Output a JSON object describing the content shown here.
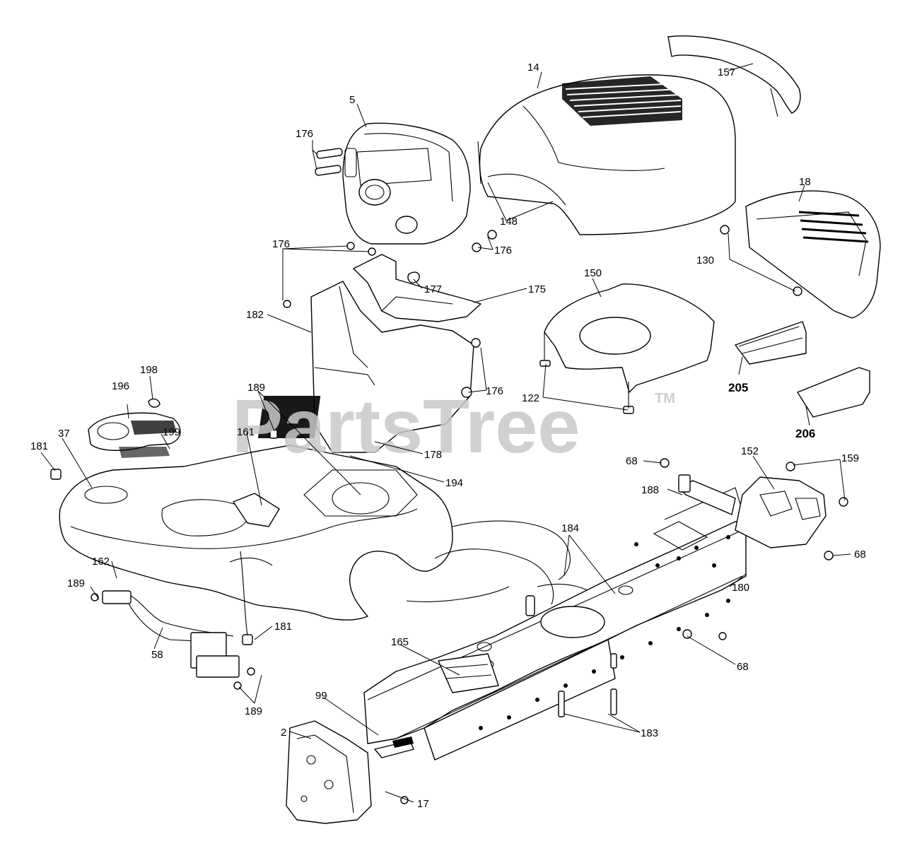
{
  "watermark": {
    "text": "PartsTree",
    "tm": "TM",
    "color": "#c8c8c8"
  },
  "callouts": [
    {
      "id": "c14",
      "label": "14"
    },
    {
      "id": "c157",
      "label": "157"
    },
    {
      "id": "c5",
      "label": "5"
    },
    {
      "id": "c176a",
      "label": "176"
    },
    {
      "id": "c148",
      "label": "148"
    },
    {
      "id": "c176b",
      "label": "176"
    },
    {
      "id": "c18",
      "label": "18"
    },
    {
      "id": "c130",
      "label": "130"
    },
    {
      "id": "c176c",
      "label": "176"
    },
    {
      "id": "c177",
      "label": "177"
    },
    {
      "id": "c175",
      "label": "175"
    },
    {
      "id": "c150",
      "label": "150"
    },
    {
      "id": "c182",
      "label": "182"
    },
    {
      "id": "c176d",
      "label": "176"
    },
    {
      "id": "c205",
      "label": "205"
    },
    {
      "id": "c206",
      "label": "206"
    },
    {
      "id": "c122",
      "label": "122"
    },
    {
      "id": "c198",
      "label": "198"
    },
    {
      "id": "c196",
      "label": "196"
    },
    {
      "id": "c189a",
      "label": "189"
    },
    {
      "id": "c37",
      "label": "37"
    },
    {
      "id": "c199",
      "label": "199"
    },
    {
      "id": "c161",
      "label": "161"
    },
    {
      "id": "c181a",
      "label": "181"
    },
    {
      "id": "c178",
      "label": "178"
    },
    {
      "id": "c194",
      "label": "194"
    },
    {
      "id": "c68a",
      "label": "68"
    },
    {
      "id": "c152",
      "label": "152"
    },
    {
      "id": "c159",
      "label": "159"
    },
    {
      "id": "c188",
      "label": "188"
    },
    {
      "id": "c184",
      "label": "184"
    },
    {
      "id": "c68b",
      "label": "68"
    },
    {
      "id": "c162",
      "label": "162"
    },
    {
      "id": "c180",
      "label": "180"
    },
    {
      "id": "c189b",
      "label": "189"
    },
    {
      "id": "c181b",
      "label": "181"
    },
    {
      "id": "c58",
      "label": "58"
    },
    {
      "id": "c68c",
      "label": "68"
    },
    {
      "id": "c165",
      "label": "165"
    },
    {
      "id": "c189c",
      "label": "189"
    },
    {
      "id": "c99",
      "label": "99"
    },
    {
      "id": "c183",
      "label": "183"
    },
    {
      "id": "c2",
      "label": "2"
    },
    {
      "id": "c17",
      "label": "17"
    }
  ]
}
